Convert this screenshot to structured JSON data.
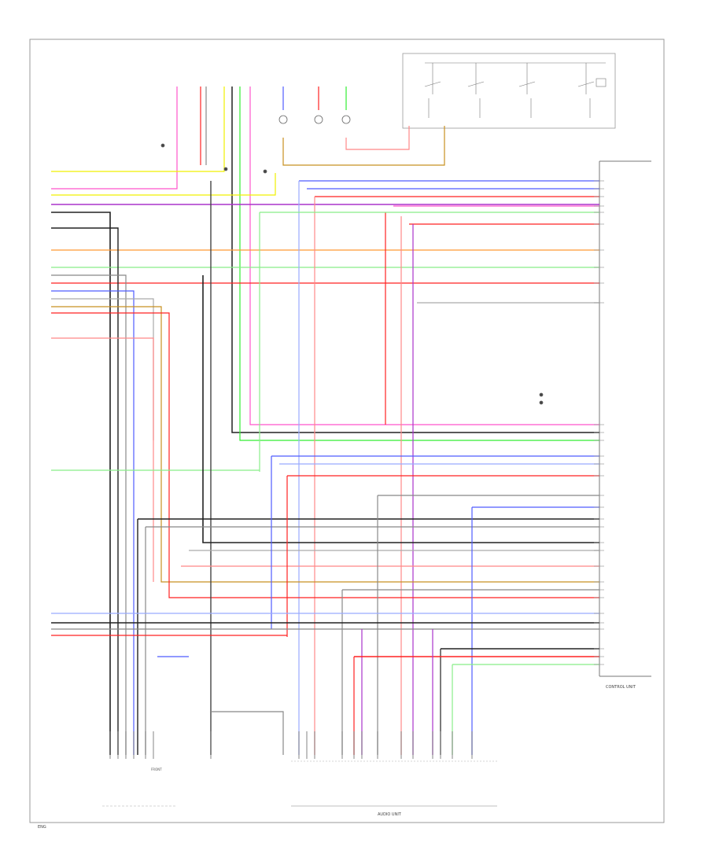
{
  "connector_label": "FRONT",
  "unit_label": "AUDIO UNIT",
  "control_unit_label": "CONTROL UNIT",
  "footer_tag": "ENG",
  "colors": {
    "yellow": "#f0f000",
    "pink": "#ff55cc",
    "red": "#ff2222",
    "blue": "#4f5cff",
    "green": "#33ee33",
    "black": "#222222",
    "gray": "#888888",
    "orange": "#ff9933",
    "purple": "#aa33cc",
    "brown": "#c89020",
    "lightblue": "#99aaff",
    "lightgreen": "#88ee88",
    "salmon": "#ff8888",
    "darkgray": "#555555"
  }
}
